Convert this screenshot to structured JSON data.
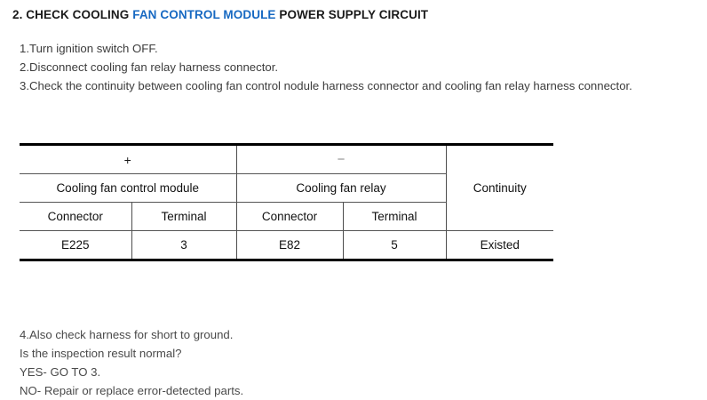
{
  "document": {
    "heading": {
      "prefix": "2. CHECK COOLING ",
      "highlight": "FAN CONTROL MODULE",
      "suffix": " POWER SUPPLY CIRCUIT",
      "highlight_color": "#1769c2",
      "text_color": "#1a1a1a"
    },
    "steps_top": [
      "1.Turn ignition switch OFF.",
      "2.Disconnect cooling fan relay harness connector.",
      "3.Check the continuity between cooling fan control nodule harness connector and cooling fan relay harness connector."
    ],
    "table": {
      "polarity_row": {
        "positive": "+",
        "negative": "−"
      },
      "group_row": {
        "left_group": "Cooling fan control module",
        "right_group": "Cooling fan relay"
      },
      "result_header": "Continuity",
      "subheader_row": {
        "left_connector": "Connector",
        "left_terminal": "Terminal",
        "right_connector": "Connector",
        "right_terminal": "Terminal"
      },
      "data_row": {
        "left_connector": "E225",
        "left_terminal": "3",
        "right_connector": "E82",
        "right_terminal": "5",
        "continuity": "Existed"
      }
    },
    "steps_bottom": [
      "4.Also check harness for short to ground.",
      "Is the inspection result normal?",
      "YES- GO TO 3.",
      "NO- Repair or replace error-detected parts."
    ]
  }
}
